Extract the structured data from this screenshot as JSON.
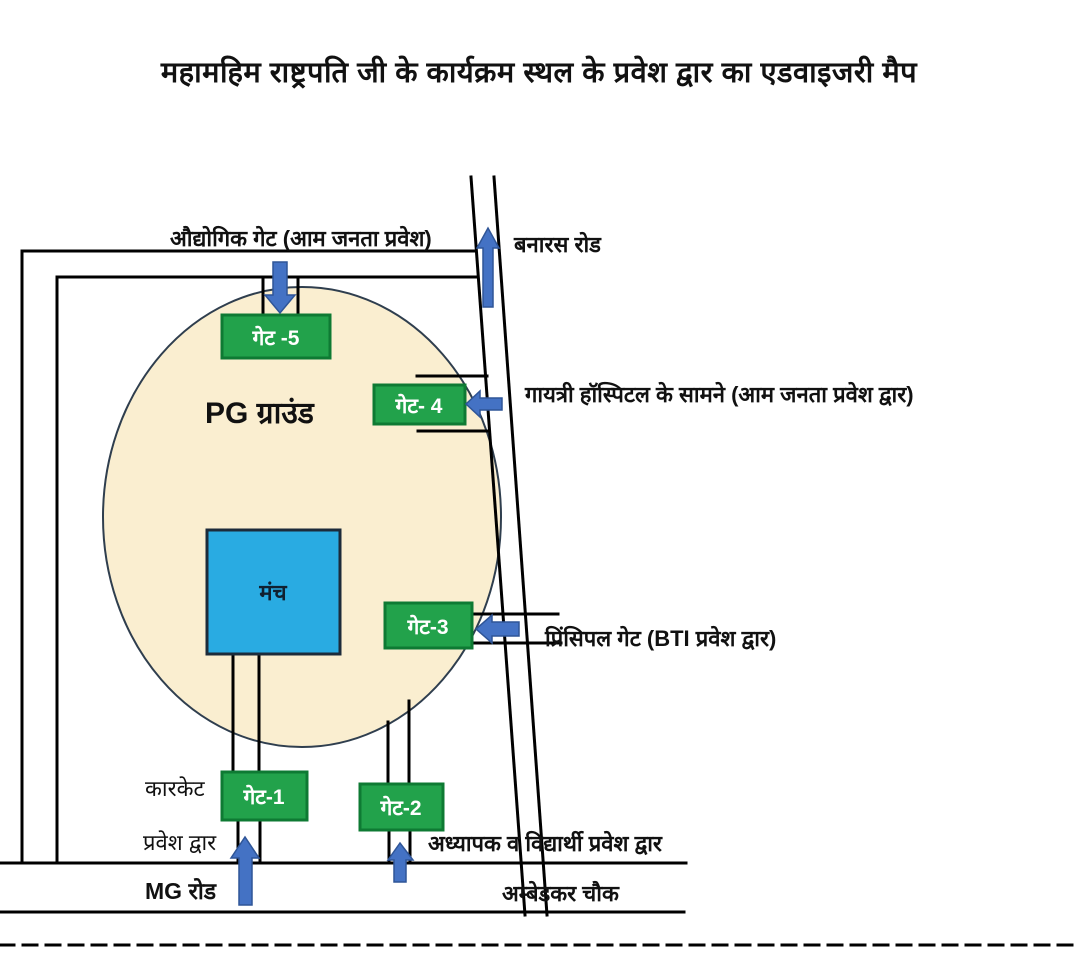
{
  "title": "महामहिम राष्ट्रपति जी के कार्यक्रम स्थल के प्रवेश द्वार का एडवाइजरी मैप",
  "map": {
    "ground_label": "PG ग्राउंड",
    "stage_label": "मंच",
    "gates": {
      "gate5": "गेट -5",
      "gate4": "गेट- 4",
      "gate3": "गेट-3",
      "gate1": "गेट-1",
      "gate2": "गेट-2"
    },
    "labels": {
      "industrial_gate": "औद्योगिक गेट (आम जनता प्रवेश)",
      "banaras_road": "बनारस रोड",
      "gayatri_hospital": "गायत्री हॉस्पिटल के सामने (आम जनता प्रवेश द्वार)",
      "principal_gate": "प्रिंसिपल गेट (BTI प्रवेश द्वार)",
      "carcade_entrance_line1": "कारकेट",
      "carcade_entrance_line2": "प्रवेश द्वार",
      "mg_road": "MG रोड",
      "teacher_student_entrance": "अध्यापक व विद्यार्थी प्रवेश द्वार",
      "ambedkar_chowk": "अम्बेडकर चौक"
    },
    "colors": {
      "ground_fill": "#faeed0",
      "ground_border": "#2f3e4e",
      "gate_fill": "#22a24b",
      "gate_border": "#0e7a33",
      "gate_text": "#ffffff",
      "stage_fill": "#29abe2",
      "stage_border": "#1c2b3a",
      "arrow_fill": "#4472c4",
      "arrow_border": "#2f5597",
      "line_color": "#000000",
      "text_color": "#111111"
    }
  }
}
